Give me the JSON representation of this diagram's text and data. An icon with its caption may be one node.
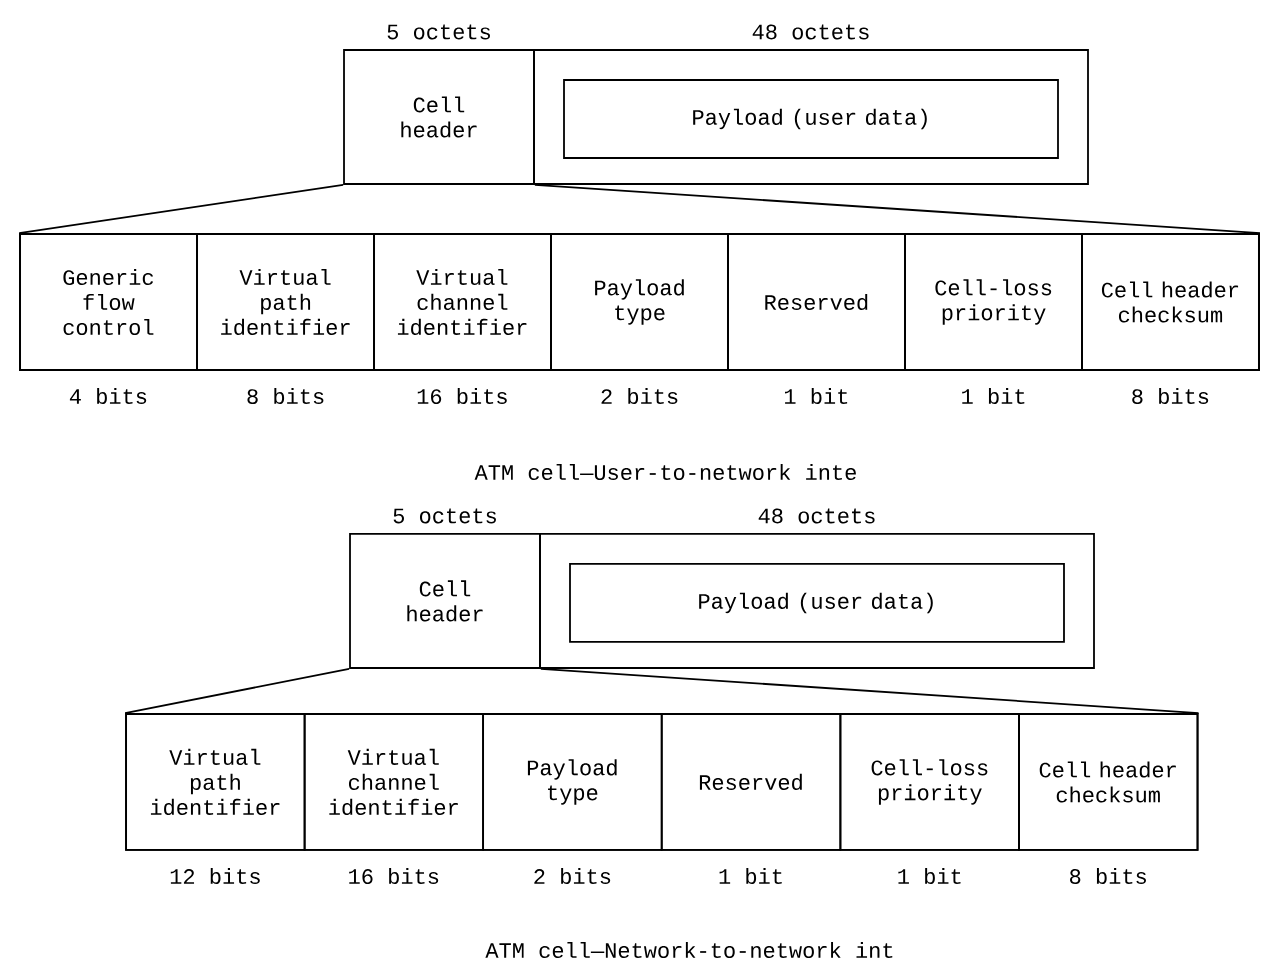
{
  "diagram": {
    "nodes": [
      {
        "text": [
          "Cell header"
        ],
        "beside": [
          "5 octets"
        ]
      },
      {
        "text": [],
        "shape": "box",
        "beside": [
          "48 octets"
        ]
      },
      {
        "text": [
          "Payload (user data)"
        ],
        "in": 1
      },
      {
        "text": [],
        "shape": "box"
      },
      {
        "text": [
          "Generic flow control"
        ],
        "in": 3,
        "beside": [
          "4 bits"
        ]
      },
      {
        "text": [
          "Virtual path identifier"
        ],
        "in": 3,
        "beside": [
          "8 bits"
        ]
      },
      {
        "text": [
          "Virtual channel identifier"
        ],
        "in": 3,
        "beside": [
          "16 bits"
        ]
      },
      {
        "text": [
          "Payload type"
        ],
        "in": 3,
        "beside": [
          "2 bits"
        ]
      },
      {
        "text": [
          "Reserved"
        ],
        "in": 3,
        "beside": [
          "1 bit"
        ]
      },
      {
        "text": [
          "Cell-loss priority"
        ],
        "in": 3,
        "beside": [
          "1 bit"
        ]
      },
      {
        "text": [
          "Cell header checksum"
        ],
        "in": 3,
        "beside": [
          "8 bits"
        ]
      },
      {
        "text": [
          "Cell header"
        ],
        "beside": [
          "5 octets"
        ]
      },
      {
        "text": [],
        "shape": "box",
        "beside": [
          "48 octets"
        ]
      },
      {
        "text": [
          "Payload (user data)"
        ],
        "in": 12
      },
      {
        "text": [],
        "shape": "box"
      },
      {
        "text": [
          "Virtual path identifier"
        ],
        "in": 14,
        "beside": [
          "12 bits"
        ]
      },
      {
        "text": [
          "Virtual channel identifier"
        ],
        "in": 14,
        "beside": [
          "16 bits"
        ]
      },
      {
        "text": [
          "Payload type"
        ],
        "in": 14,
        "beside": [
          "2 bits"
        ]
      },
      {
        "text": [
          "Reserved"
        ],
        "in": 14,
        "beside": [
          "1 bit"
        ]
      },
      {
        "text": [
          "Cell-loss priority"
        ],
        "in": 14,
        "beside": [
          "1 bit"
        ]
      },
      {
        "text": [
          "Cell header checksum"
        ],
        "in": 14,
        "beside": [
          "8 bits"
        ]
      }
    ],
    "edges": [
      {
        "from": 0,
        "to": 3,
        "arrow": "none"
      },
      {
        "from": 0,
        "to": 3,
        "arrow": "none"
      },
      {
        "from": 11,
        "to": 14,
        "arrow": "none"
      },
      {
        "from": 11,
        "to": 14,
        "arrow": "none"
      }
    ],
    "labels": [
      "ATM cell—User-to-network inte",
      "ATM cell—Network-to-network int"
    ]
  }
}
